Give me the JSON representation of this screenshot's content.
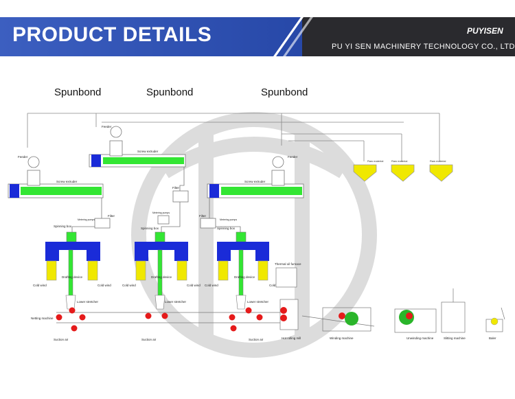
{
  "header": {
    "title": "PRODUCT DETAILS",
    "logo_text": "PUYISEN",
    "company": "PU YI SEN MACHINERY TECHNOLOGY CO., LTD"
  },
  "sections": [
    "Spunbond",
    "Spunbond",
    "Spunbond"
  ],
  "labels": {
    "feeder": "Feeder",
    "screw_extruder": "Screw extruder",
    "filter": "Filter",
    "metering_pumps": "Metering pumps",
    "spinning_box": "Spinning box",
    "drafting_device": "Drafting device",
    "cold_wind": "Cold wind",
    "lower_stretcher": "Lower stretcher",
    "netting_machine": "Netting machine",
    "suction_air": "Suction air",
    "thermal_oil_furnace": "Thermal oil furnace",
    "hot_rolling_mill": "Hot rolling mill",
    "winding_machine": "Winding machine",
    "unwinding_machine": "Unwinding machine",
    "slitting_machine": "Slitting machine",
    "baler": "Baler",
    "raw_material": "Raw material"
  },
  "colors": {
    "banner_blue": "#2f52b4",
    "banner_dark": "#2a2a2e",
    "extruder_green": "#33e633",
    "spin_blue": "#1a2bd8",
    "hopper_yellow": "#f0e800",
    "roller_red": "#e51a1a",
    "watermark": "#d8d8d8"
  }
}
